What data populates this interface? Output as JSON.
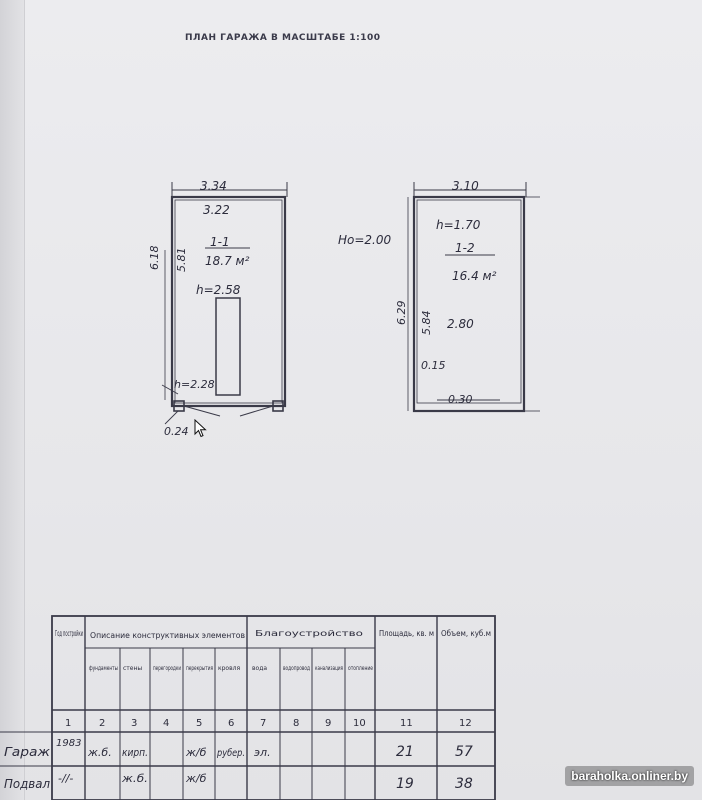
{
  "header": {
    "title": "ПЛАН ГАРАЖА В МАСШТАБЕ 1:100"
  },
  "plan_left": {
    "dim_outer_top": "3.34",
    "dim_inner_top": "3.22",
    "room_number": "1-1",
    "area": "18.7 м²",
    "height": "h=2.58",
    "dim_outer_side": "6.18",
    "dim_inner_side": "5.81",
    "gate_height": "h=2.28",
    "wall": "0.24"
  },
  "plan_right": {
    "dim_outer_top": "3.10",
    "height": "h=1.70",
    "room_number": "1-2",
    "area": "16.4 м²",
    "dim_outer_side": "6.29",
    "dim_inner_side": "5.84",
    "width_inner": "2.80",
    "wall": "0.15",
    "bottom_note": "0.30"
  },
  "between": {
    "ho": "Но=2.00"
  },
  "table": {
    "headers": {
      "year": "Год постройки",
      "desc": "Описание конструктивных элементов",
      "foundation": "фундаменты",
      "walls": "стены",
      "partitions": "перегородки",
      "ceilings": "перекрытия",
      "roof": "кровля",
      "blago": "Благоустройство",
      "water": "вода",
      "plumb": "водопровод",
      "sewer": "канализация",
      "heat": "отопление",
      "area": "Площадь, кв. м",
      "volume": "Объем, куб.м"
    },
    "col_numbers": [
      "1",
      "2",
      "3",
      "4",
      "5",
      "6",
      "7",
      "8",
      "9",
      "10",
      "11",
      "12"
    ],
    "rows": [
      {
        "name": "Гараж",
        "year": "1983",
        "c2": "ж.б.",
        "c3": "кирп.",
        "c5": "ж/б",
        "c6": "рубер.",
        "c7": "эл.",
        "area": "21",
        "volume": "57"
      },
      {
        "name": "Подвал",
        "year": "-//-",
        "c2": "",
        "c3": "ж.б.",
        "c5": "ж/б",
        "c6": "",
        "c7": "",
        "area": "19",
        "volume": "38"
      }
    ]
  },
  "watermark": "baraholka.onliner.by"
}
